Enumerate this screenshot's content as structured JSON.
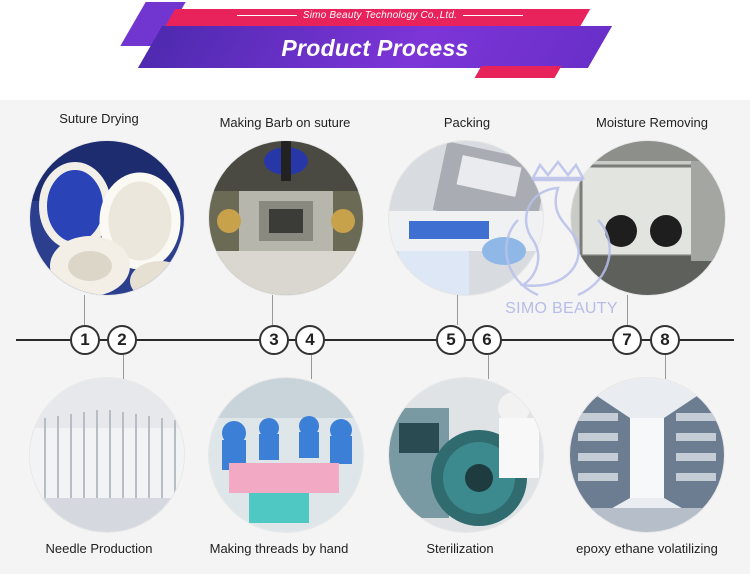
{
  "header": {
    "company": "Simo Beauty Technology Co.,Ltd.",
    "title": "Product Process",
    "colors": {
      "pink": "#e8225a",
      "purple": "#6a2fc9"
    }
  },
  "top_steps": [
    {
      "label": "Suture Drying",
      "photo": "suture-spools-photo"
    },
    {
      "label": "Making Barb on suture",
      "photo": "barbing-machine-photo"
    },
    {
      "label": "Packing",
      "photo": "packing-machine-photo"
    },
    {
      "label": "Moisture Removing",
      "photo": "glove-box-photo"
    }
  ],
  "bottom_steps": [
    {
      "label": "Needle Production",
      "photo": "needles-photo"
    },
    {
      "label": "Making threads by hand",
      "photo": "workshop-photo"
    },
    {
      "label": "Sterilization",
      "photo": "sterilizer-photo"
    },
    {
      "label": "epoxy ethane volatilizing",
      "photo": "storage-racks-photo"
    }
  ],
  "numbers": [
    "1",
    "2",
    "3",
    "4",
    "5",
    "6",
    "7",
    "8"
  ],
  "watermark": {
    "text": "SIMO BEAUTY"
  }
}
